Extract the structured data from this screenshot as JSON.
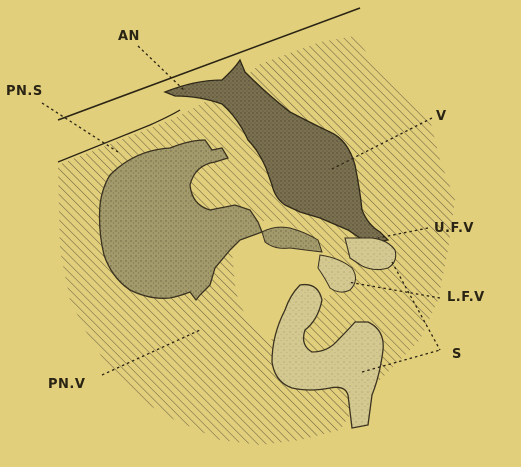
{
  "figure": {
    "labels": {
      "an": "AN",
      "pns": "PN.S",
      "v": "V",
      "ufv": "U.F.V",
      "lfv": "L.F.V",
      "s": "S",
      "pnv": "PN.V"
    },
    "colors": {
      "background": "#e2cf7c",
      "ink": "#2a2414",
      "hatch": "#6b6040",
      "tissue": "#a49a6a",
      "vessel": "#7c7250",
      "sac": "#d2c590"
    }
  }
}
